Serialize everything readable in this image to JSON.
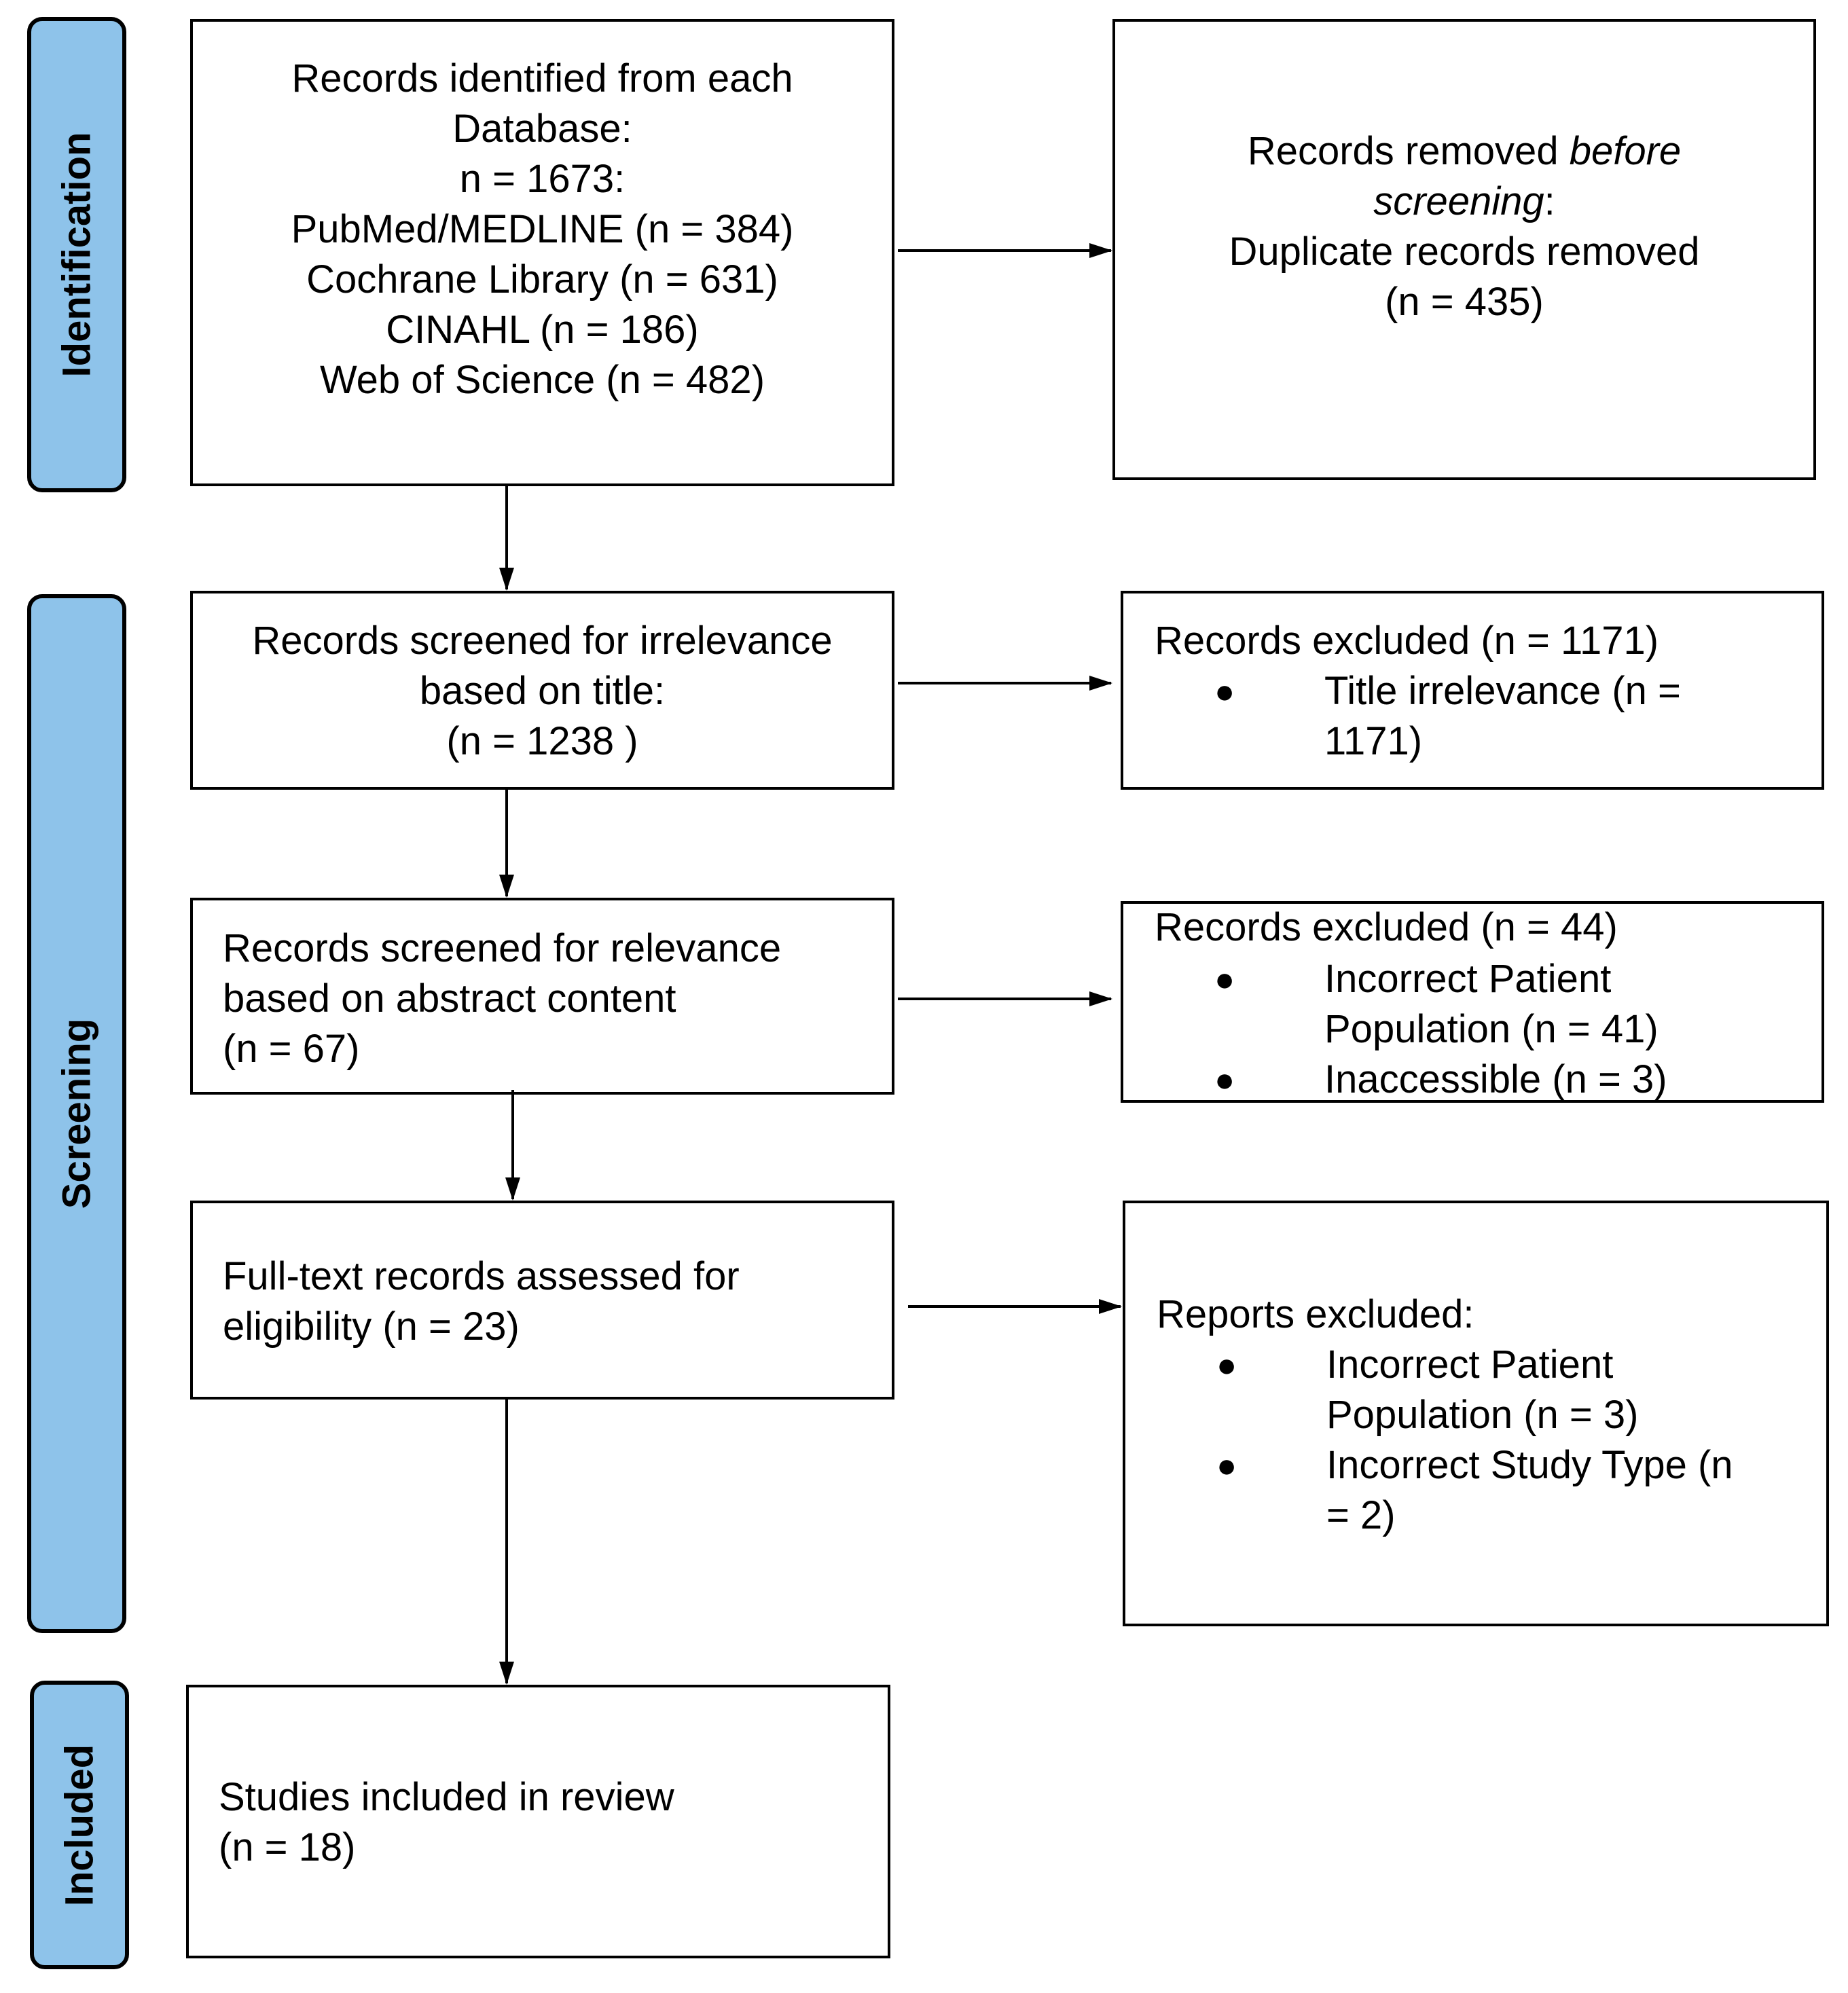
{
  "phases": {
    "identification": "Identification",
    "screening": "Screening",
    "included": "Included"
  },
  "boxes": {
    "identified": {
      "lines": [
        "Records identified from each",
        "Database:",
        "n = 1673:",
        "PubMed/MEDLINE (n = 384)",
        "Cochrane Library (n = 631)",
        "CINAHL (n = 186)",
        "Web of Science (n = 482)"
      ]
    },
    "removed": {
      "line1_pre": "Records removed ",
      "line1_em": "before",
      "line2_em": "screening",
      "line2_post": ":",
      "line3": "Duplicate records removed",
      "line4": "(n = 435)"
    },
    "screened_title": {
      "lines": [
        "Records screened for irrelevance",
        "based on title:",
        "(n = 1238 )"
      ]
    },
    "excluded_title": {
      "heading": "Records excluded (n = 1171)",
      "bullet": "●",
      "items": [
        {
          "lines": [
            "Title irrelevance (n =",
            "1171)"
          ]
        }
      ]
    },
    "screened_abstract": {
      "lines": [
        "Records screened for relevance",
        "based on abstract content",
        "(n = 67)"
      ]
    },
    "excluded_abstract": {
      "heading": "Records excluded (n = 44)",
      "bullet": "●",
      "items": [
        {
          "lines": [
            "Incorrect Patient",
            "Population (n = 41)"
          ]
        },
        {
          "lines": [
            "Inaccessible (n = 3)"
          ]
        }
      ]
    },
    "fulltext": {
      "lines": [
        "Full-text records assessed for",
        "eligibility (n = 23)"
      ]
    },
    "reports_excluded": {
      "heading": "Reports excluded:",
      "bullet": "●",
      "items": [
        {
          "lines": [
            "Incorrect Patient",
            "Population (n = 3)"
          ]
        },
        {
          "lines": [
            "Incorrect Study Type (n",
            "= 2)"
          ]
        }
      ]
    },
    "included": {
      "lines": [
        "Studies included in review",
        "(n = 18)"
      ]
    }
  }
}
